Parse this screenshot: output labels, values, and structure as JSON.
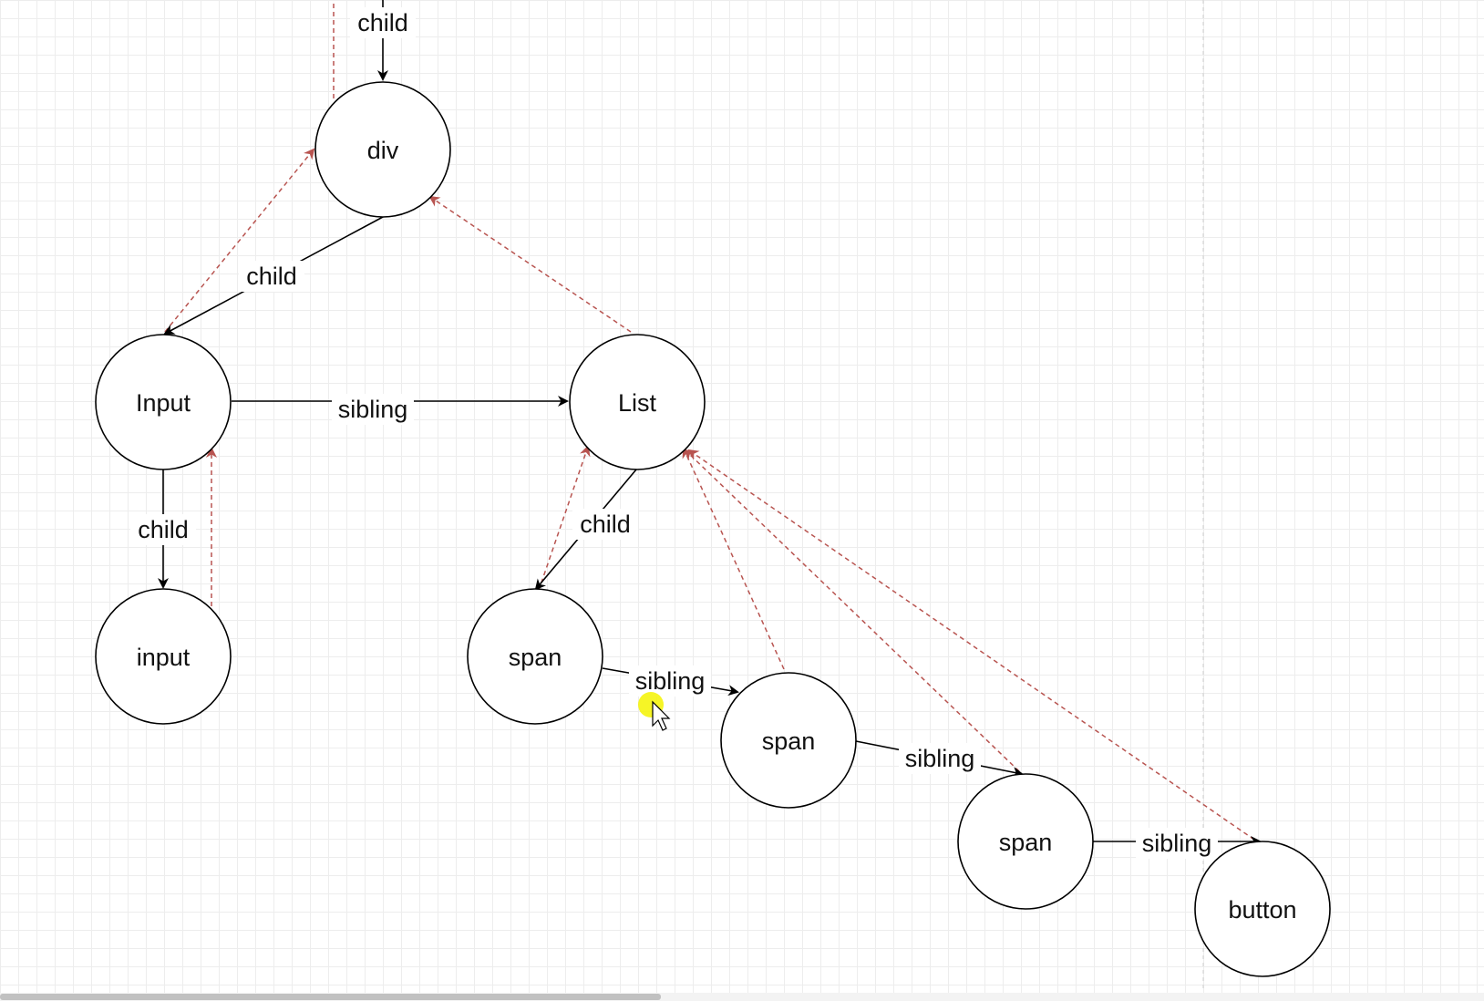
{
  "diagram": {
    "nodes": [
      {
        "id": "div",
        "label": "div"
      },
      {
        "id": "input-comp",
        "label": "Input"
      },
      {
        "id": "list",
        "label": "List"
      },
      {
        "id": "input-el",
        "label": "input"
      },
      {
        "id": "span1",
        "label": "span"
      },
      {
        "id": "span2",
        "label": "span"
      },
      {
        "id": "span3",
        "label": "span"
      },
      {
        "id": "button",
        "label": "button"
      }
    ],
    "edges": [
      {
        "id": "top-child",
        "label": "child"
      },
      {
        "id": "div-input",
        "label": "child"
      },
      {
        "id": "input-list",
        "label": "sibling"
      },
      {
        "id": "input-inputel",
        "label": "child"
      },
      {
        "id": "list-span1",
        "label": "child"
      },
      {
        "id": "span1-span2",
        "label": "sibling"
      },
      {
        "id": "span2-span3",
        "label": "sibling"
      },
      {
        "id": "span3-button",
        "label": "sibling"
      }
    ],
    "colors": {
      "node_stroke": "#000000",
      "return_edge": "#b85450",
      "cursor_highlight": "#f5f300"
    }
  }
}
